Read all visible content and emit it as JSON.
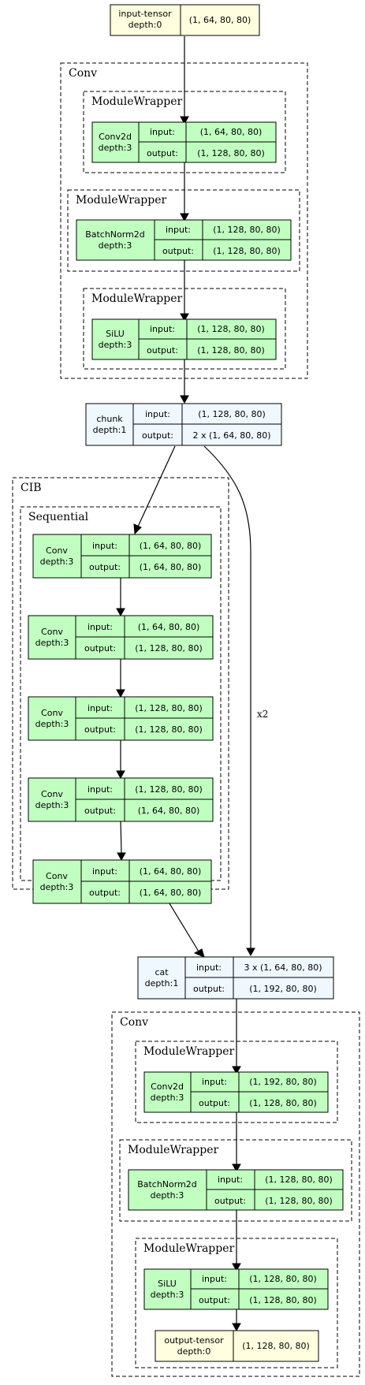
{
  "clusters": {
    "conv1": "Conv",
    "conv1_mw1": "ModuleWrapper",
    "conv1_mw2": "ModuleWrapper",
    "conv1_mw3": "ModuleWrapper",
    "cib": "CIB",
    "sequential": "Sequential",
    "conv2": "Conv",
    "conv2_mw1": "ModuleWrapper",
    "conv2_mw2": "ModuleWrapper",
    "conv2_mw3": "ModuleWrapper"
  },
  "labels": {
    "input": "input:",
    "output": "output:"
  },
  "nodes": {
    "input_tensor": {
      "name": "input-tensor",
      "depth": "depth:0",
      "shape": "(1, 64, 80, 80)"
    },
    "conv2d_a": {
      "name": "Conv2d",
      "depth": "depth:3",
      "input": "(1, 64, 80, 80)",
      "output": "(1, 128, 80, 80)"
    },
    "batchnorm_a": {
      "name": "BatchNorm2d",
      "depth": "depth:3",
      "input": "(1, 128, 80, 80)",
      "output": "(1, 128, 80, 80)"
    },
    "silu_a": {
      "name": "SiLU",
      "depth": "depth:3",
      "input": "(1, 128, 80, 80)",
      "output": "(1, 128, 80, 80)"
    },
    "chunk": {
      "name": "chunk",
      "depth": "depth:1",
      "input": "(1, 128, 80, 80)",
      "output": "2 x (1, 64, 80, 80)"
    },
    "cib_conv1": {
      "name": "Conv",
      "depth": "depth:3",
      "input": "(1, 64, 80, 80)",
      "output": "(1, 64, 80, 80)"
    },
    "cib_conv2": {
      "name": "Conv",
      "depth": "depth:3",
      "input": "(1, 64, 80, 80)",
      "output": "(1, 128, 80, 80)"
    },
    "cib_conv3": {
      "name": "Conv",
      "depth": "depth:3",
      "input": "(1, 128, 80, 80)",
      "output": "(1, 128, 80, 80)"
    },
    "cib_conv4": {
      "name": "Conv",
      "depth": "depth:3",
      "input": "(1, 128, 80, 80)",
      "output": "(1, 64, 80, 80)"
    },
    "cib_conv5": {
      "name": "Conv",
      "depth": "depth:3",
      "input": "(1, 64, 80, 80)",
      "output": "(1, 64, 80, 80)"
    },
    "cat": {
      "name": "cat",
      "depth": "depth:1",
      "input": "3 x (1, 64, 80, 80)",
      "output": "(1, 192, 80, 80)"
    },
    "conv2d_b": {
      "name": "Conv2d",
      "depth": "depth:3",
      "input": "(1, 192, 80, 80)",
      "output": "(1, 128, 80, 80)"
    },
    "batchnorm_b": {
      "name": "BatchNorm2d",
      "depth": "depth:3",
      "input": "(1, 128, 80, 80)",
      "output": "(1, 128, 80, 80)"
    },
    "silu_b": {
      "name": "SiLU",
      "depth": "depth:3",
      "input": "(1, 128, 80, 80)",
      "output": "(1, 128, 80, 80)"
    },
    "output_tensor": {
      "name": "output-tensor",
      "depth": "depth:0",
      "shape": "(1, 128, 80, 80)"
    }
  },
  "edge_labels": {
    "chunk_to_cat": "x2"
  }
}
